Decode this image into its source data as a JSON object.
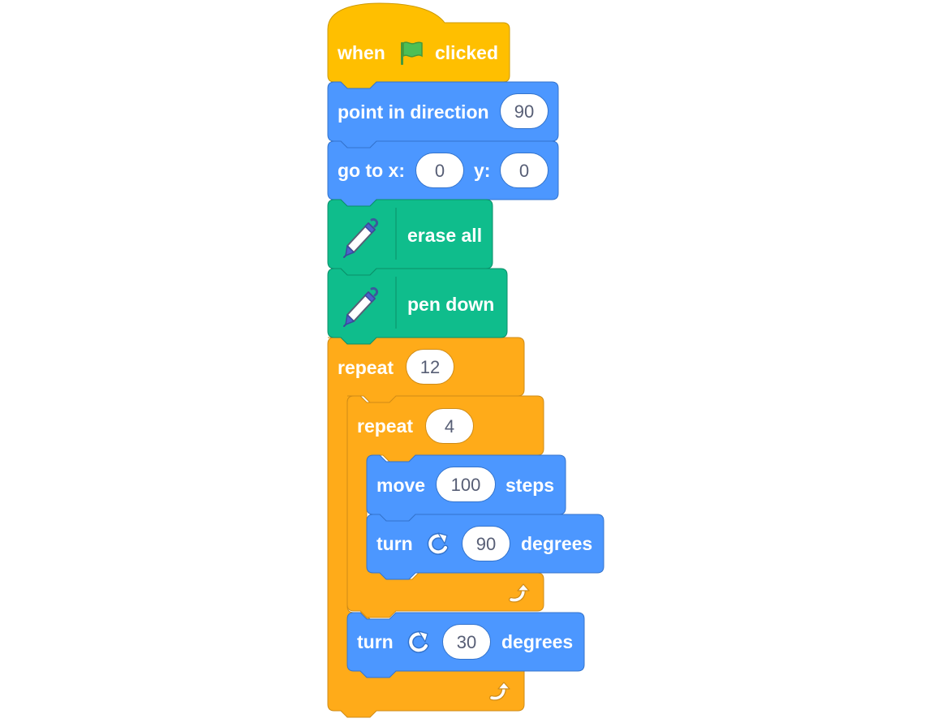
{
  "script": {
    "hat": {
      "when_label": "when",
      "flag_icon": "green-flag-icon",
      "clicked_label": "clicked"
    },
    "point_in_direction": {
      "label": "point in direction",
      "value": "90"
    },
    "go_to": {
      "x_label": "go to x:",
      "x_value": "0",
      "y_label": "y:",
      "y_value": "0"
    },
    "erase_all": {
      "icon": "pen-icon",
      "label": "erase all"
    },
    "pen_down": {
      "icon": "pen-icon",
      "label": "pen down"
    },
    "outer_repeat": {
      "label": "repeat",
      "count": "12",
      "inner_repeat": {
        "label": "repeat",
        "count": "4",
        "move": {
          "label": "move",
          "value": "100",
          "unit": "steps"
        },
        "turn": {
          "label": "turn",
          "icon": "rotate-right-icon",
          "value": "90",
          "unit": "degrees"
        },
        "loop_icon": "loop-arrow-icon"
      },
      "turn": {
        "label": "turn",
        "icon": "rotate-right-icon",
        "value": "30",
        "unit": "degrees"
      },
      "loop_icon": "loop-arrow-icon"
    }
  },
  "colors": {
    "events": "#ffbf00",
    "motion": "#4c97ff",
    "pen": "#0fbd8c",
    "control": "#ffab19",
    "input_text": "#575e75"
  }
}
